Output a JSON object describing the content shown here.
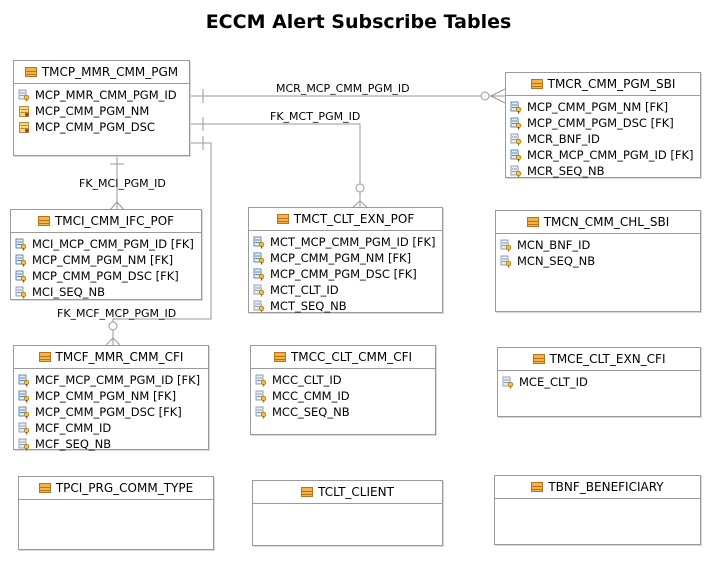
{
  "title": "ECCM Alert Subscribe Tables",
  "entities": {
    "tmcp": {
      "name": "TMCP_MMR_CMM_PGM",
      "columns": [
        {
          "name": "MCP_MMR_CMM_PGM_ID",
          "icon": "primary-key-icon"
        },
        {
          "name": "MCP_CMM_PGM_NM",
          "icon": "column-icon"
        },
        {
          "name": "MCP_CMM_PGM_DSC",
          "icon": "column-icon"
        }
      ]
    },
    "tmcr": {
      "name": "TMCR_CMM_PGM_SBI",
      "columns": [
        {
          "name": "MCP_CMM_PGM_NM [FK]",
          "icon": "foreign-key-icon"
        },
        {
          "name": "MCP_CMM_PGM_DSC [FK]",
          "icon": "foreign-key-icon"
        },
        {
          "name": "MCR_BNF_ID",
          "icon": "primary-key-icon"
        },
        {
          "name": "MCR_MCP_CMM_PGM_ID [FK]",
          "icon": "foreign-key-icon"
        },
        {
          "name": "MCR_SEQ_NB",
          "icon": "primary-key-icon"
        }
      ]
    },
    "tmci": {
      "name": "TMCI_CMM_IFC_POF",
      "columns": [
        {
          "name": "MCI_MCP_CMM_PGM_ID [FK]",
          "icon": "foreign-key-icon"
        },
        {
          "name": "MCP_CMM_PGM_NM [FK]",
          "icon": "foreign-key-icon"
        },
        {
          "name": "MCP_CMM_PGM_DSC [FK]",
          "icon": "foreign-key-icon"
        },
        {
          "name": "MCI_SEQ_NB",
          "icon": "primary-key-icon"
        }
      ]
    },
    "tmct": {
      "name": "TMCT_CLT_EXN_POF",
      "columns": [
        {
          "name": "MCT_MCP_CMM_PGM_ID [FK]",
          "icon": "foreign-key-icon"
        },
        {
          "name": "MCP_CMM_PGM_NM [FK]",
          "icon": "foreign-key-icon"
        },
        {
          "name": "MCP_CMM_PGM_DSC [FK]",
          "icon": "foreign-key-icon"
        },
        {
          "name": "MCT_CLT_ID",
          "icon": "primary-key-icon"
        },
        {
          "name": "MCT_SEQ_NB",
          "icon": "primary-key-icon"
        }
      ]
    },
    "tmcn": {
      "name": "TMCN_CMM_CHL_SBI",
      "columns": [
        {
          "name": "MCN_BNF_ID",
          "icon": "primary-key-icon"
        },
        {
          "name": "MCN_SEQ_NB",
          "icon": "primary-key-icon"
        }
      ]
    },
    "tmcf": {
      "name": "TMCF_MMR_CMM_CFI",
      "columns": [
        {
          "name": "MCF_MCP_CMM_PGM_ID [FK]",
          "icon": "foreign-key-icon"
        },
        {
          "name": "MCP_CMM_PGM_NM [FK]",
          "icon": "foreign-key-icon"
        },
        {
          "name": "MCP_CMM_PGM_DSC [FK]",
          "icon": "foreign-key-icon"
        },
        {
          "name": "MCF_CMM_ID",
          "icon": "primary-key-icon"
        },
        {
          "name": "MCF_SEQ_NB",
          "icon": "primary-key-icon"
        }
      ]
    },
    "tmcc": {
      "name": "TMCC_CLT_CMM_CFI",
      "columns": [
        {
          "name": "MCC_CLT_ID",
          "icon": "primary-key-icon"
        },
        {
          "name": "MCC_CMM_ID",
          "icon": "primary-key-icon"
        },
        {
          "name": "MCC_SEQ_NB",
          "icon": "primary-key-icon"
        }
      ]
    },
    "tmce": {
      "name": "TMCE_CLT_EXN_CFI",
      "columns": [
        {
          "name": "MCE_CLT_ID",
          "icon": "primary-key-icon"
        }
      ]
    },
    "tpci": {
      "name": "TPCI_PRG_COMM_TYPE",
      "columns": []
    },
    "tclt": {
      "name": "TCLT_CLIENT",
      "columns": []
    },
    "tbnf": {
      "name": "TBNF_BENEFICIARY",
      "columns": []
    }
  },
  "relationships": {
    "mcr": "MCR_MCP_CMM_PGM_ID",
    "mct": "FK_MCT_PGM_ID",
    "mci": "FK_MCI_PGM_ID",
    "mcf": "FK_MCF_MCP_PGM_ID"
  },
  "colors": {
    "line": "#9a9a9a",
    "key_gold": "#d9a520",
    "key_red": "#c0392b",
    "column_blue": "#3a6ea5"
  }
}
